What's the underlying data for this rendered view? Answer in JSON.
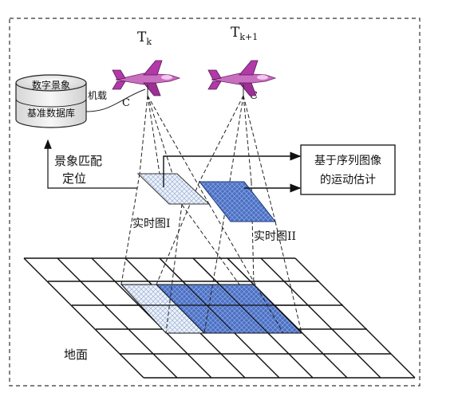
{
  "frame": {
    "time_k": "T",
    "time_k_sub": "k",
    "time_k1": "T",
    "time_k1_sub": "k+1"
  },
  "database": {
    "top": "数字景象",
    "bottom": "基准数据库"
  },
  "labels": {
    "onboard": "机载",
    "camera_c1": "C",
    "camera_c2": "C",
    "scene_match_line1": "景象匹配",
    "scene_match_line2": "定位",
    "realtime_1": "实时图I",
    "realtime_2": "实时图II",
    "ground": "地面"
  },
  "estimation_box": {
    "line1": "基于序列图像",
    "line2": "的运动估计"
  },
  "colors": {
    "image1_fill": "#e6eef8",
    "image2_fill": "#4a6fc4",
    "aircraft": "#b23aa8",
    "stroke": "#222222"
  },
  "icons": {
    "aircraft_1": "jet-aircraft-icon",
    "aircraft_2": "jet-aircraft-icon",
    "database": "database-cylinder-icon"
  }
}
